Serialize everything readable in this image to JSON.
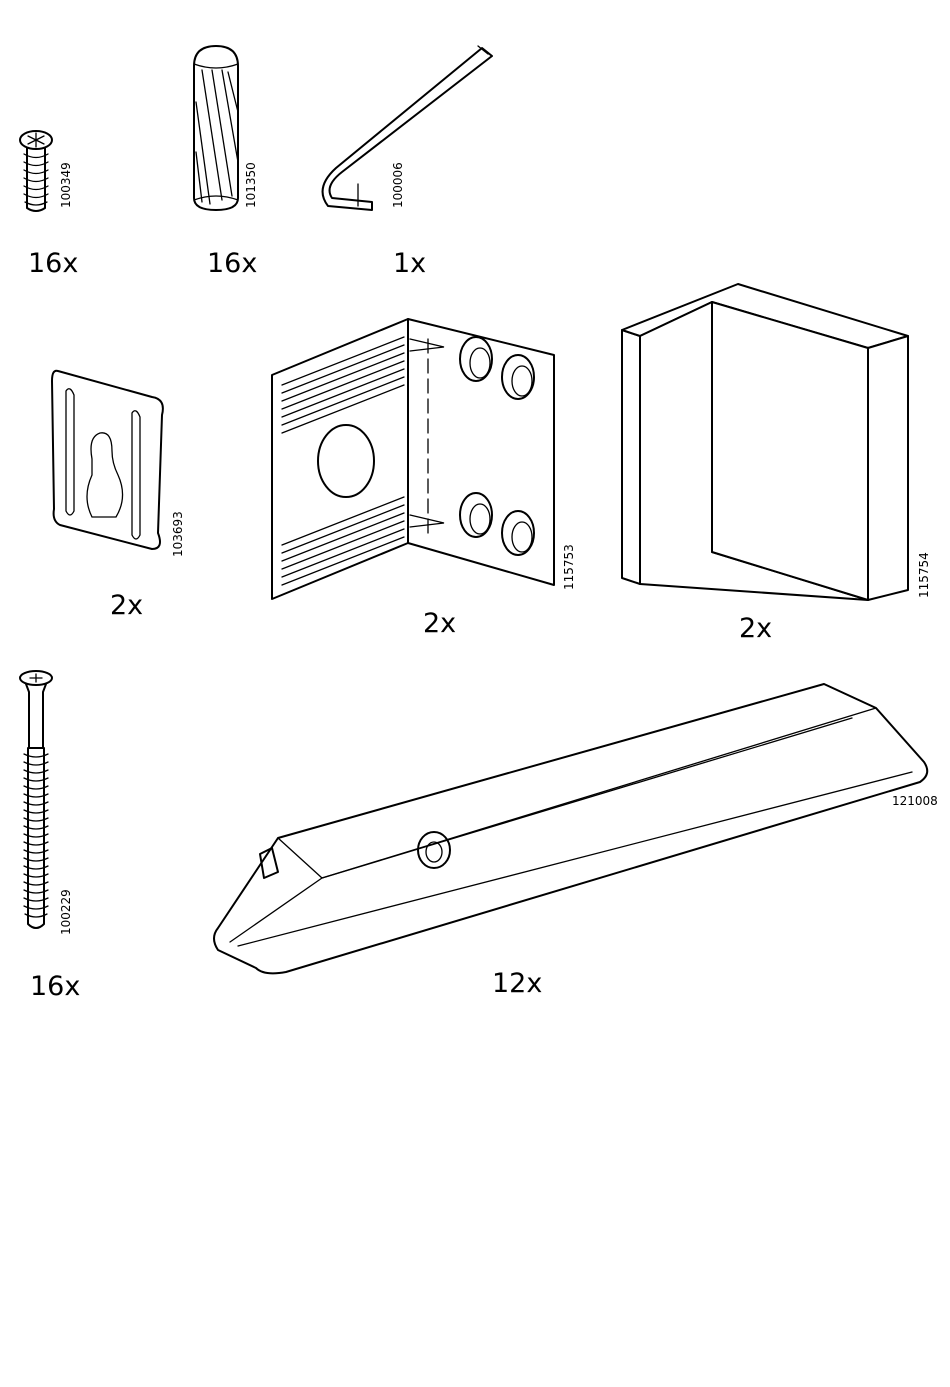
{
  "parts": [
    {
      "id": "screw-small",
      "code": "100349",
      "quantity": "16x"
    },
    {
      "id": "dowel",
      "code": "101350",
      "quantity": "16x"
    },
    {
      "id": "allen-key",
      "code": "100006",
      "quantity": "1x"
    },
    {
      "id": "wall-plate",
      "code": "103693",
      "quantity": "2x"
    },
    {
      "id": "corner-bracket",
      "code": "115753",
      "quantity": "2x"
    },
    {
      "id": "corner-block",
      "code": "115754",
      "quantity": "2x"
    },
    {
      "id": "screw-long",
      "code": "100229",
      "quantity": "16x"
    },
    {
      "id": "rail",
      "code": "121008",
      "quantity": "12x"
    }
  ]
}
